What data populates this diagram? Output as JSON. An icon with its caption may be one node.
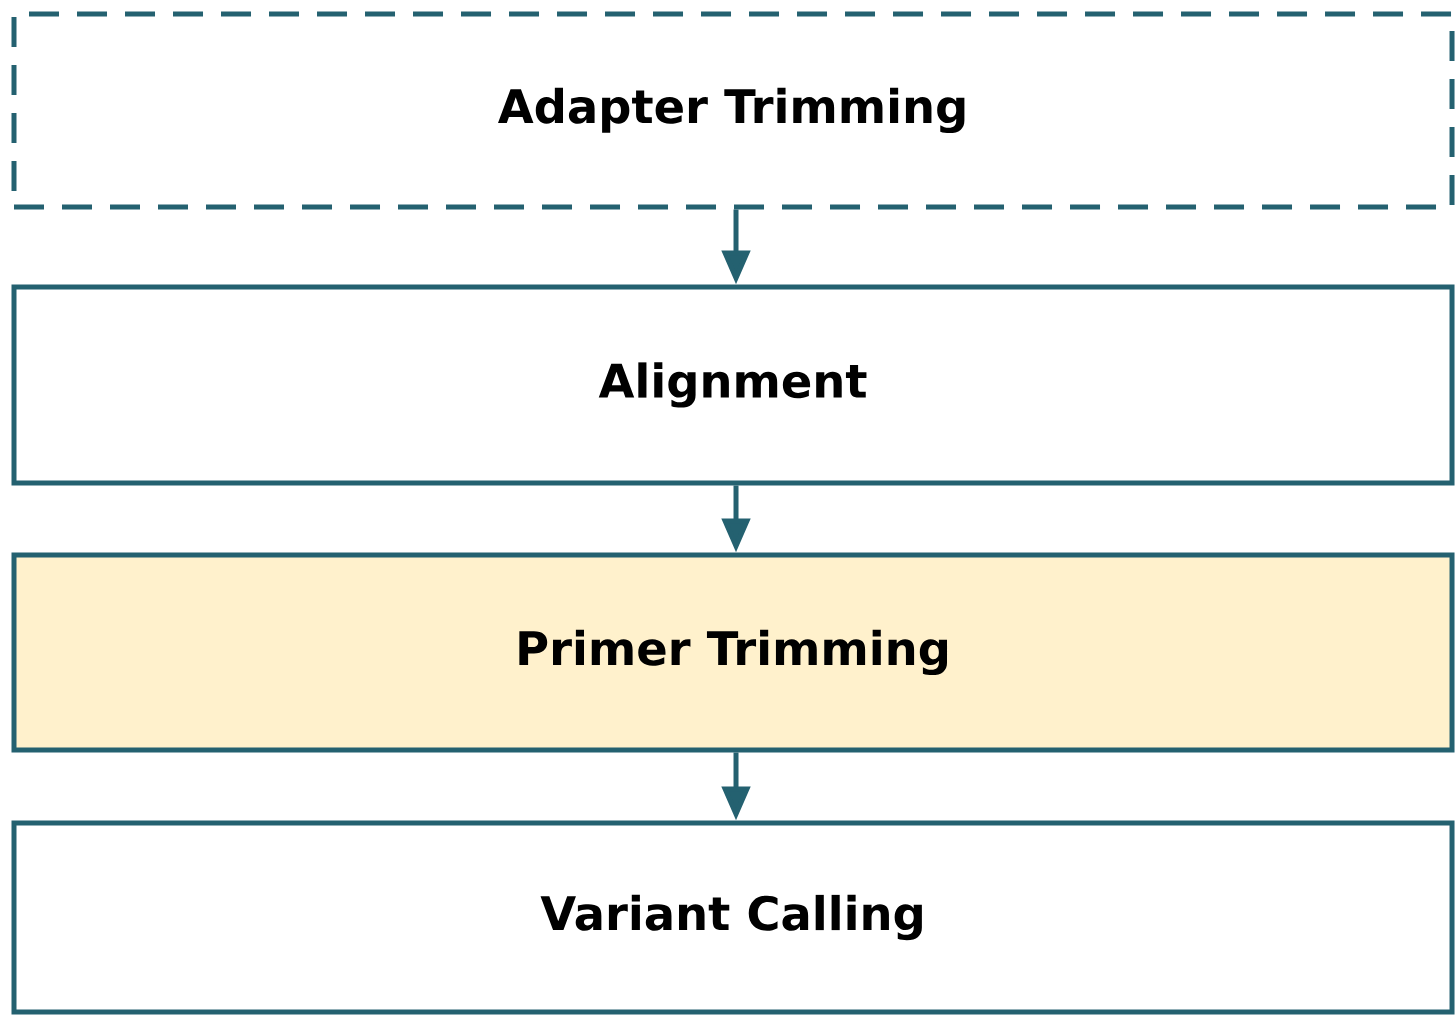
{
  "diagram": {
    "nodes": [
      {
        "text": [
          "Adapter Trimming"
        ]
      },
      {
        "text": [
          "Alignment"
        ]
      },
      {
        "text": [
          "Primer Trimming"
        ]
      },
      {
        "text": [
          "Variant Calling"
        ]
      }
    ],
    "edges": [
      {
        "from": 0,
        "to": 1,
        "arrow": "to"
      },
      {
        "from": 1,
        "to": 2,
        "arrow": "to"
      },
      {
        "from": 2,
        "to": 3,
        "arrow": "to"
      }
    ]
  }
}
